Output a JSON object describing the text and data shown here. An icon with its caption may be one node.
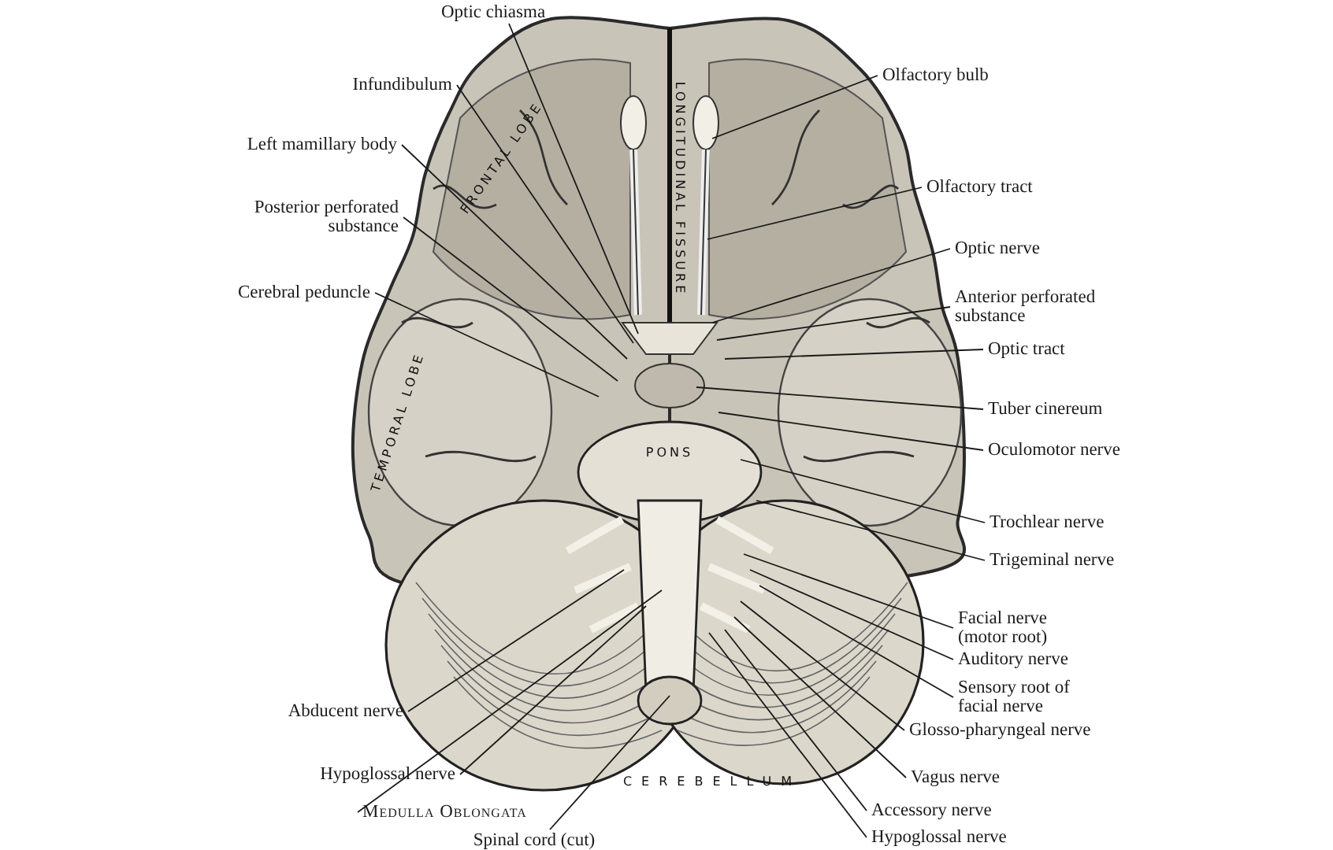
{
  "diagram": {
    "nodes": [
      {
        "text": [
          "Optic chiasma"
        ]
      },
      {
        "text": [
          "Infundibulum"
        ]
      },
      {
        "text": [
          "Olfactory bulb"
        ]
      },
      {
        "text": [
          "Left mamillary body"
        ]
      },
      {
        "text": [
          "Olfactory tract"
        ]
      },
      {
        "text": [
          "Posterior perforated substance"
        ]
      },
      {
        "text": [
          "Optic nerve"
        ]
      },
      {
        "text": [
          "Cerebral peduncle"
        ]
      },
      {
        "text": [
          "Anterior perforated substance"
        ]
      },
      {
        "text": [
          "Optic tract"
        ]
      },
      {
        "text": [
          "Tuber cinereum"
        ]
      },
      {
        "text": [
          "Oculomotor nerve"
        ]
      },
      {
        "text": [
          "Trochlear nerve"
        ]
      },
      {
        "text": [
          "Trigeminal nerve"
        ]
      },
      {
        "text": [
          "Facial nerve (motor root)"
        ]
      },
      {
        "text": [
          "Auditory nerve"
        ]
      },
      {
        "text": [
          "Sensory root of facial nerve"
        ]
      },
      {
        "text": [
          "Abducent nerve"
        ]
      },
      {
        "text": [
          "Glosso-pharyngeal nerve"
        ]
      },
      {
        "text": [
          "Hypoglossal nerve"
        ]
      },
      {
        "text": [
          "Vagus nerve"
        ]
      },
      {
        "text": [
          "Accessory nerve"
        ]
      },
      {
        "text": [
          "Medulla Oblongata"
        ]
      },
      {
        "text": [
          "Hypoglossal nerve"
        ]
      },
      {
        "text": [
          "Spinal cord (cut)"
        ]
      }
    ],
    "edges": [
      {
        "from": 0,
        "to": null,
        "arrow": "none"
      },
      {
        "from": 1,
        "to": null,
        "arrow": "none"
      },
      {
        "from": 2,
        "to": null,
        "arrow": "none"
      },
      {
        "from": 3,
        "to": null,
        "arrow": "none"
      },
      {
        "from": 4,
        "to": null,
        "arrow": "none"
      },
      {
        "from": 5,
        "to": null,
        "arrow": "none"
      },
      {
        "from": 6,
        "to": null,
        "arrow": "none"
      },
      {
        "from": 7,
        "to": null,
        "arrow": "none"
      },
      {
        "from": 8,
        "to": null,
        "arrow": "none"
      },
      {
        "from": 9,
        "to": null,
        "arrow": "none"
      },
      {
        "from": 10,
        "to": null,
        "arrow": "none"
      },
      {
        "from": 11,
        "to": null,
        "arrow": "none"
      },
      {
        "from": 12,
        "to": null,
        "arrow": "none"
      },
      {
        "from": 13,
        "to": null,
        "arrow": "none"
      },
      {
        "from": 14,
        "to": null,
        "arrow": "none"
      },
      {
        "from": 15,
        "to": null,
        "arrow": "none"
      },
      {
        "from": 16,
        "to": null,
        "arrow": "none"
      },
      {
        "from": 17,
        "to": null,
        "arrow": "none"
      },
      {
        "from": 18,
        "to": null,
        "arrow": "none"
      },
      {
        "from": 19,
        "to": null,
        "arrow": "none"
      },
      {
        "from": 20,
        "to": null,
        "arrow": "none"
      },
      {
        "from": 21,
        "to": null,
        "arrow": "none"
      },
      {
        "from": 22,
        "to": null,
        "arrow": "none"
      },
      {
        "from": 23,
        "to": null,
        "arrow": "none"
      },
      {
        "from": 24,
        "to": null,
        "arrow": "none"
      }
    ],
    "labels": [
      "FRONTAL LOBE",
      "LONGITUDINAL FISSURE",
      "TEMPORAL LOBE",
      "PONS",
      "CEREBELLUM"
    ]
  }
}
